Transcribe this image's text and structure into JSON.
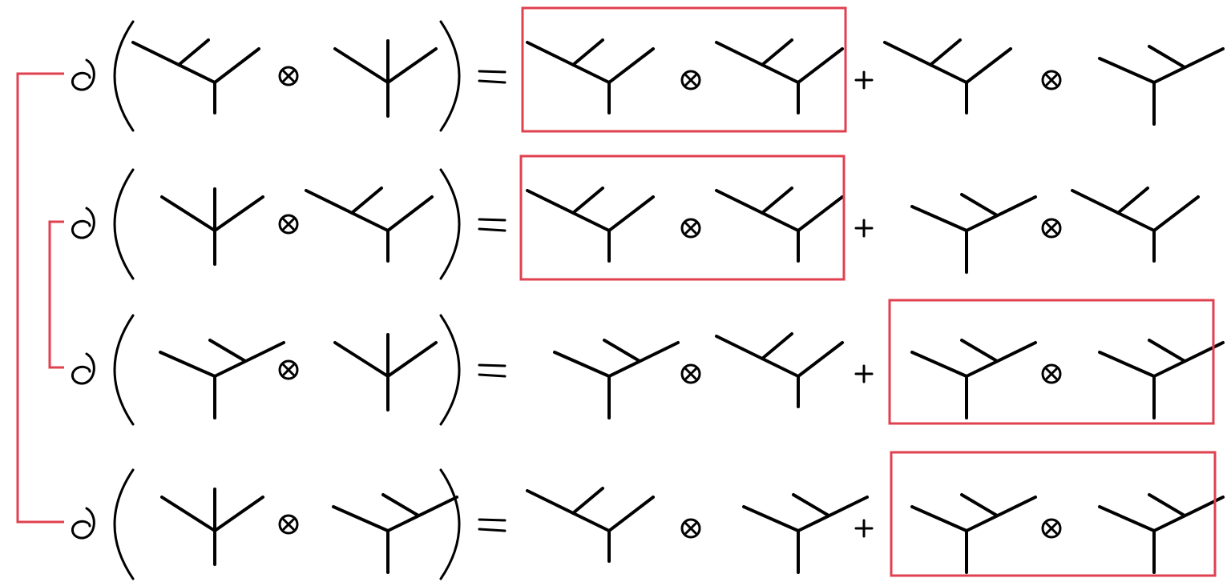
{
  "colors": {
    "ink": "#000000",
    "highlight": "#e0404f"
  },
  "glyphs": {
    "tensor": "tensor-product",
    "plus": "plus",
    "equals": "equals",
    "boundary": "boundary-operator"
  },
  "rows": [
    {
      "lhs": [
        "left-comb-tree",
        "corolla-tree"
      ],
      "rhs": [
        [
          "left-comb-tree",
          "left-comb-tree"
        ],
        [
          "left-comb-tree",
          "right-comb-tree"
        ]
      ],
      "boxed_term": 0
    },
    {
      "lhs": [
        "corolla-tree",
        "left-comb-tree"
      ],
      "rhs": [
        [
          "left-comb-tree",
          "left-comb-tree"
        ],
        [
          "right-comb-tree",
          "left-comb-tree"
        ]
      ],
      "boxed_term": 0
    },
    {
      "lhs": [
        "right-comb-tree",
        "corolla-tree"
      ],
      "rhs": [
        [
          "right-comb-tree",
          "left-comb-tree"
        ],
        [
          "right-comb-tree",
          "right-comb-tree"
        ]
      ],
      "boxed_term": 1
    },
    {
      "lhs": [
        "corolla-tree",
        "right-comb-tree"
      ],
      "rhs": [
        [
          "left-comb-tree",
          "right-comb-tree"
        ],
        [
          "right-comb-tree",
          "right-comb-tree"
        ]
      ],
      "boxed_term": 1
    }
  ],
  "links": [
    [
      0,
      3
    ],
    [
      1,
      2
    ]
  ]
}
